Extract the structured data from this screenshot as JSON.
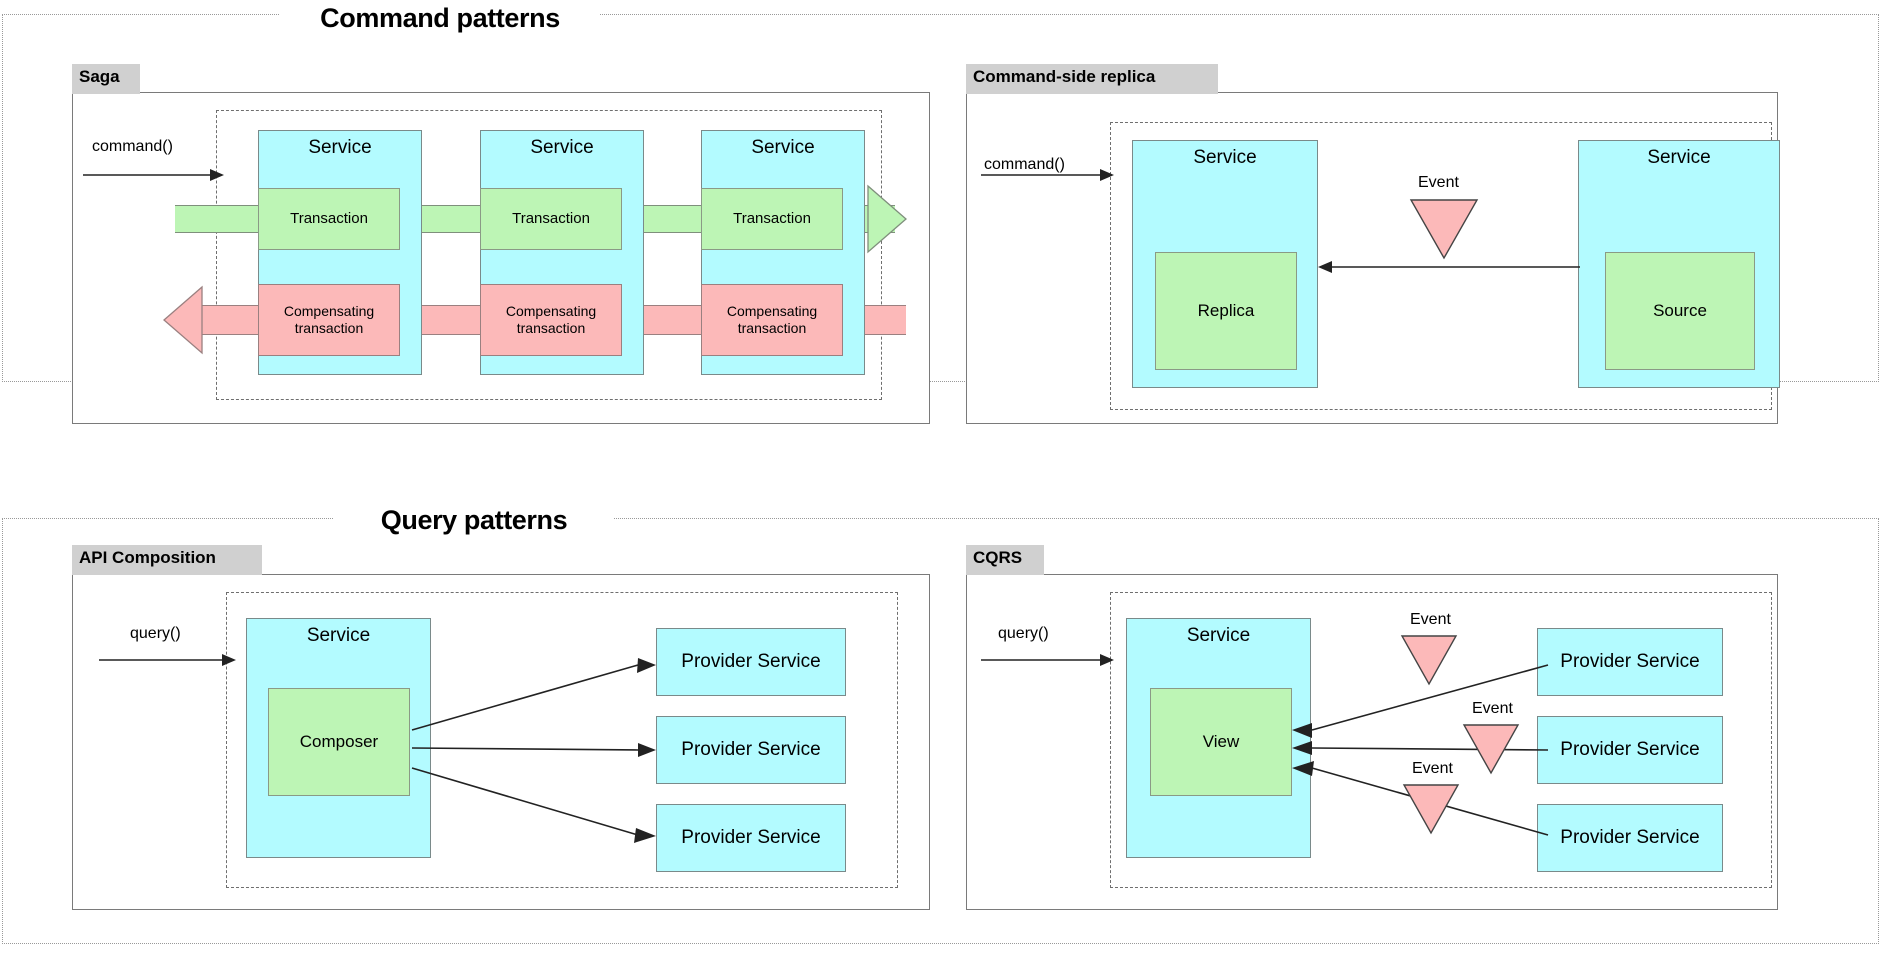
{
  "groups": [
    {
      "id": "command",
      "title": "Command patterns"
    },
    {
      "id": "query",
      "title": "Query patterns"
    }
  ],
  "panels": {
    "saga": {
      "label": "Saga",
      "entry_label": "command()",
      "services": [
        {
          "title": "Service",
          "transaction": "Transaction",
          "compensating": "Compensating transaction"
        },
        {
          "title": "Service",
          "transaction": "Transaction",
          "compensating": "Compensating transaction"
        },
        {
          "title": "Service",
          "transaction": "Transaction",
          "compensating": "Compensating transaction"
        }
      ]
    },
    "command_side_replica": {
      "label": "Command-side replica",
      "entry_label": "command()",
      "event_label": "Event",
      "left_service": {
        "title": "Service",
        "inner": "Replica"
      },
      "right_service": {
        "title": "Service",
        "inner": "Source"
      }
    },
    "api_composition": {
      "label": "API Composition",
      "entry_label": "query()",
      "service": {
        "title": "Service",
        "inner": "Composer"
      },
      "providers": [
        "Provider Service",
        "Provider Service",
        "Provider Service"
      ]
    },
    "cqrs": {
      "label": "CQRS",
      "entry_label": "query()",
      "service": {
        "title": "Service",
        "inner": "View"
      },
      "providers": [
        "Provider Service",
        "Provider Service",
        "Provider Service"
      ],
      "events": [
        "Event",
        "Event",
        "Event"
      ]
    }
  },
  "colors": {
    "service_fill": "#b3fbff",
    "green_fill": "#bdf5b5",
    "pink_fill": "#fcb9b9",
    "label_fill": "#d0d0d0",
    "stroke": "#7a8a8a"
  }
}
